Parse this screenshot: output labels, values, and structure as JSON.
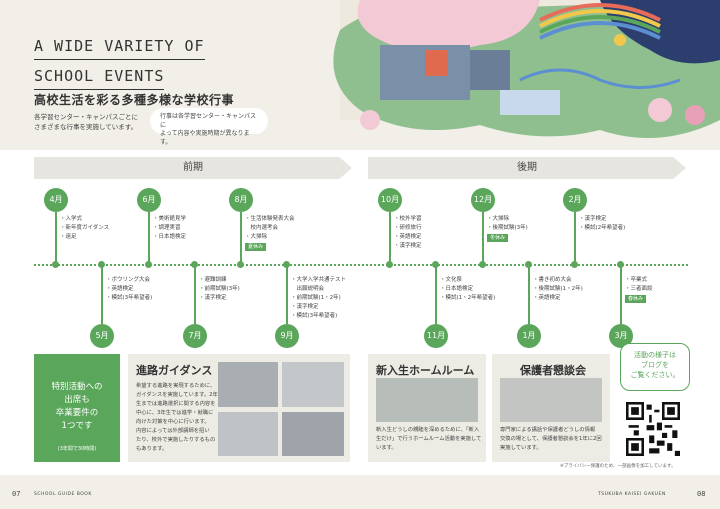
{
  "header": {
    "title_line1": "A WIDE VARIETY OF",
    "title_line2": "SCHOOL EVENTS",
    "title_ja": "高校生活を彩る多種多様な学校行事",
    "desc_line1": "各学習センター・キャンパスごとに",
    "desc_line2": "さまざまな行事を実施しています。",
    "note_line1": "行事は各学習センター・キャンパスに",
    "note_line2": "よって内容や実施時期が異なります。"
  },
  "timeline": {
    "first_half": "前期",
    "second_half": "後期",
    "upper": [
      {
        "month": "4月",
        "events": [
          "・入学式",
          "・新年度ガイダンス",
          "・遠足"
        ]
      },
      {
        "month": "6月",
        "events": [
          "・美術館見学",
          "・調理実習",
          "・日本語検定"
        ]
      },
      {
        "month": "8月",
        "events": [
          "・生活体験発表大会",
          "　校内選考会",
          "・大掃除"
        ],
        "badge": "夏休み"
      },
      {
        "month": "10月",
        "events": [
          "・校外学習",
          "・研修旅行",
          "・英語検定",
          "・漢字検定"
        ]
      },
      {
        "month": "12月",
        "events": [
          "・大掃除",
          "・後期試験(3年)"
        ],
        "badge": "冬休み"
      },
      {
        "month": "2月",
        "events": [
          "・漢字検定",
          "・模試(2年希望者)"
        ]
      }
    ],
    "lower": [
      {
        "month": "5月",
        "events": [
          "・ボウリング大会",
          "・英語検定",
          "・模試(3年希望者)"
        ]
      },
      {
        "month": "7月",
        "events": [
          "・避難訓練",
          "・前期試験(3年)",
          "・漢字検定"
        ]
      },
      {
        "month": "9月",
        "events": [
          "・大学入学共通テスト",
          "　出願説明会",
          "・前期試験(1・2年)",
          "・漢字検定",
          "・模試(3年希望者)"
        ]
      },
      {
        "month": "11月",
        "events": [
          "・文化祭",
          "・日本語検定",
          "・模試(1・2年希望者)"
        ]
      },
      {
        "month": "1月",
        "events": [
          "・書き初め大会",
          "・後期試験(1・2年)",
          "・英語検定"
        ]
      },
      {
        "month": "3月",
        "events": [
          "・卒業式",
          "・三者面談"
        ],
        "badge": "春休み"
      }
    ]
  },
  "special_card": {
    "lines": [
      "特別活動への",
      "出席も",
      "卒業要件の",
      "1つです"
    ],
    "note": "(3年間で30時間)"
  },
  "guidance_card": {
    "title": "進路ガイダンス",
    "text": [
      "希望する進路を実現するために、",
      "ガイダンスを実施しています。2年",
      "生までは進路選択に関する内容を",
      "中心に、3年生では進学・就職に",
      "向けた対策を中心に行います。",
      "内容によっては外部講師を招い",
      "たり、校外で実施したりするもの",
      "もあります。"
    ]
  },
  "homeroom_card": {
    "title": "新入生ホームルーム",
    "text": [
      "新入生どうしの親睦を深めるために、「新入",
      "生だけ」で行うホームルーム活動を実施して",
      "います。"
    ]
  },
  "parents_card": {
    "title": "保護者懇談会",
    "text": [
      "専門家による講話や保護者どうしの情報",
      "交換の場として、保護者懇談会を1年に2回",
      "実施しています。"
    ]
  },
  "activity": {
    "lines": [
      "活動の様子は",
      "ブログを",
      "ご覧ください。"
    ]
  },
  "privacy_note": "※プライバシー保護のため、一部画像を加工しています。",
  "footer": {
    "page_left": "07",
    "left_label": "SCHOOL GUIDE BOOK",
    "right_label": "TSUKUBA KAISEI GAKUEN",
    "page_right": "08"
  },
  "colors": {
    "accent": "#5aa65a",
    "background": "#f1efe8",
    "card": "#ecebe4"
  }
}
